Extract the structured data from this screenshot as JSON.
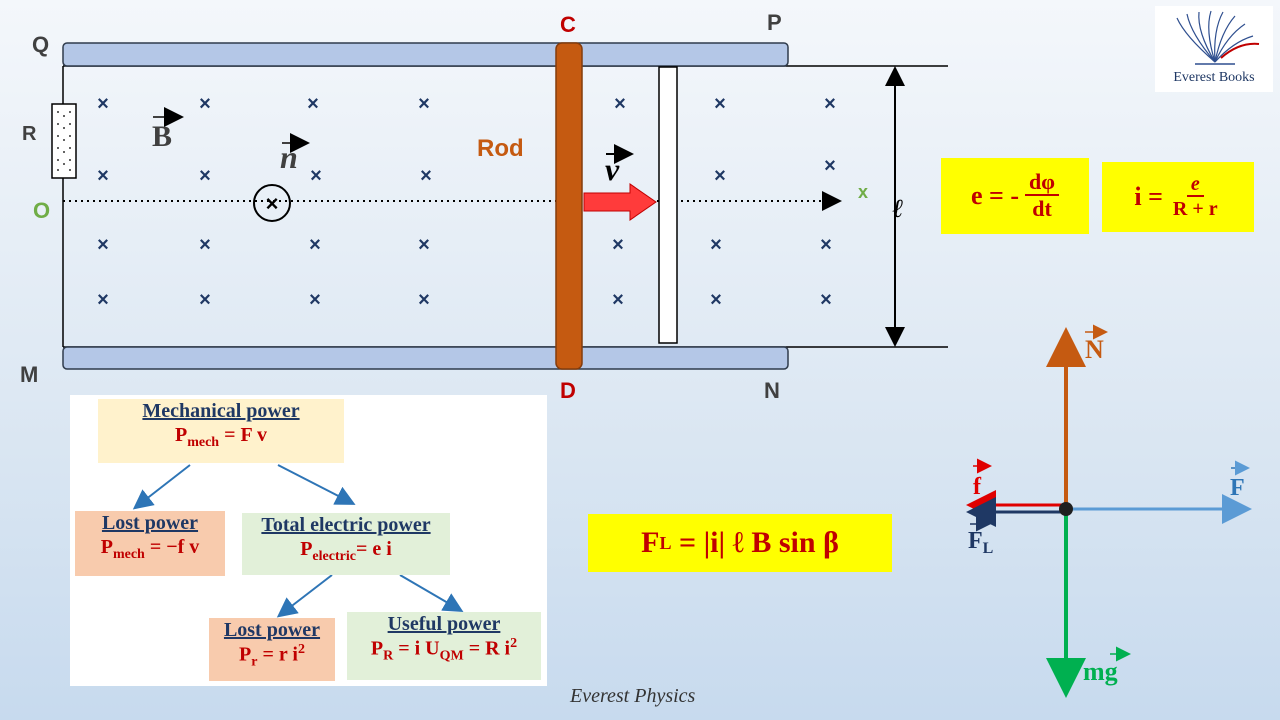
{
  "colors": {
    "rail": "#b4c7e7",
    "rod": "#c55a11",
    "velocity": "#ff3b3b",
    "formula_bg": "#ffff00",
    "formula_text": "#c00000",
    "normal_force": "#c55a11",
    "gravity": "#00b050",
    "applied_force": "#5b9bd5",
    "lorentz": "#1f3864"
  },
  "circuit": {
    "point_q": "Q",
    "point_p": "P",
    "point_m": "M",
    "point_n": "N",
    "point_c": "C",
    "point_d": "D",
    "point_r": "R",
    "point_o": "O",
    "axis_x": "x",
    "vec_b": "B",
    "vec_n": "n",
    "vec_v": "v",
    "rod_label": "Rod",
    "length": "ℓ",
    "field_mark": "×"
  },
  "formulas": {
    "emf_lhs": "e = -",
    "emf_num": "dφ",
    "emf_den": "dt",
    "current_lhs": "i =",
    "current_num": "e",
    "current_den": "R + r",
    "lorentz_lhs": "F",
    "lorentz_sub": "L",
    "lorentz_rhs": "= |i| ℓ B sin β"
  },
  "forces": {
    "normal": "N",
    "friction": "f",
    "applied": "F",
    "lorentz": "F",
    "lorentz_sub": "L",
    "gravity": "mg"
  },
  "power_tree": {
    "mechanical": {
      "title": "Mechanical power",
      "p": "P",
      "sub": "mech",
      "rhs": " = F v"
    },
    "lost1": {
      "title": "Lost power",
      "p": "P",
      "sub": "mech",
      "rhs": " = −f v"
    },
    "electric": {
      "title": "Total electric power",
      "p": "P",
      "sub": "electric",
      "rhs": "= e i"
    },
    "lost2": {
      "title": "Lost power",
      "p": "P",
      "sub": "r",
      "rhs": " = r i",
      "sup": "2"
    },
    "useful": {
      "title": "Useful power",
      "p": "P",
      "sub": "R",
      "rhs": " = i U",
      "sub2": "QM",
      "rhs2": " = R i",
      "sup": "2"
    }
  },
  "branding": {
    "logo_name": "Everest Books",
    "footer": "Everest Physics"
  }
}
